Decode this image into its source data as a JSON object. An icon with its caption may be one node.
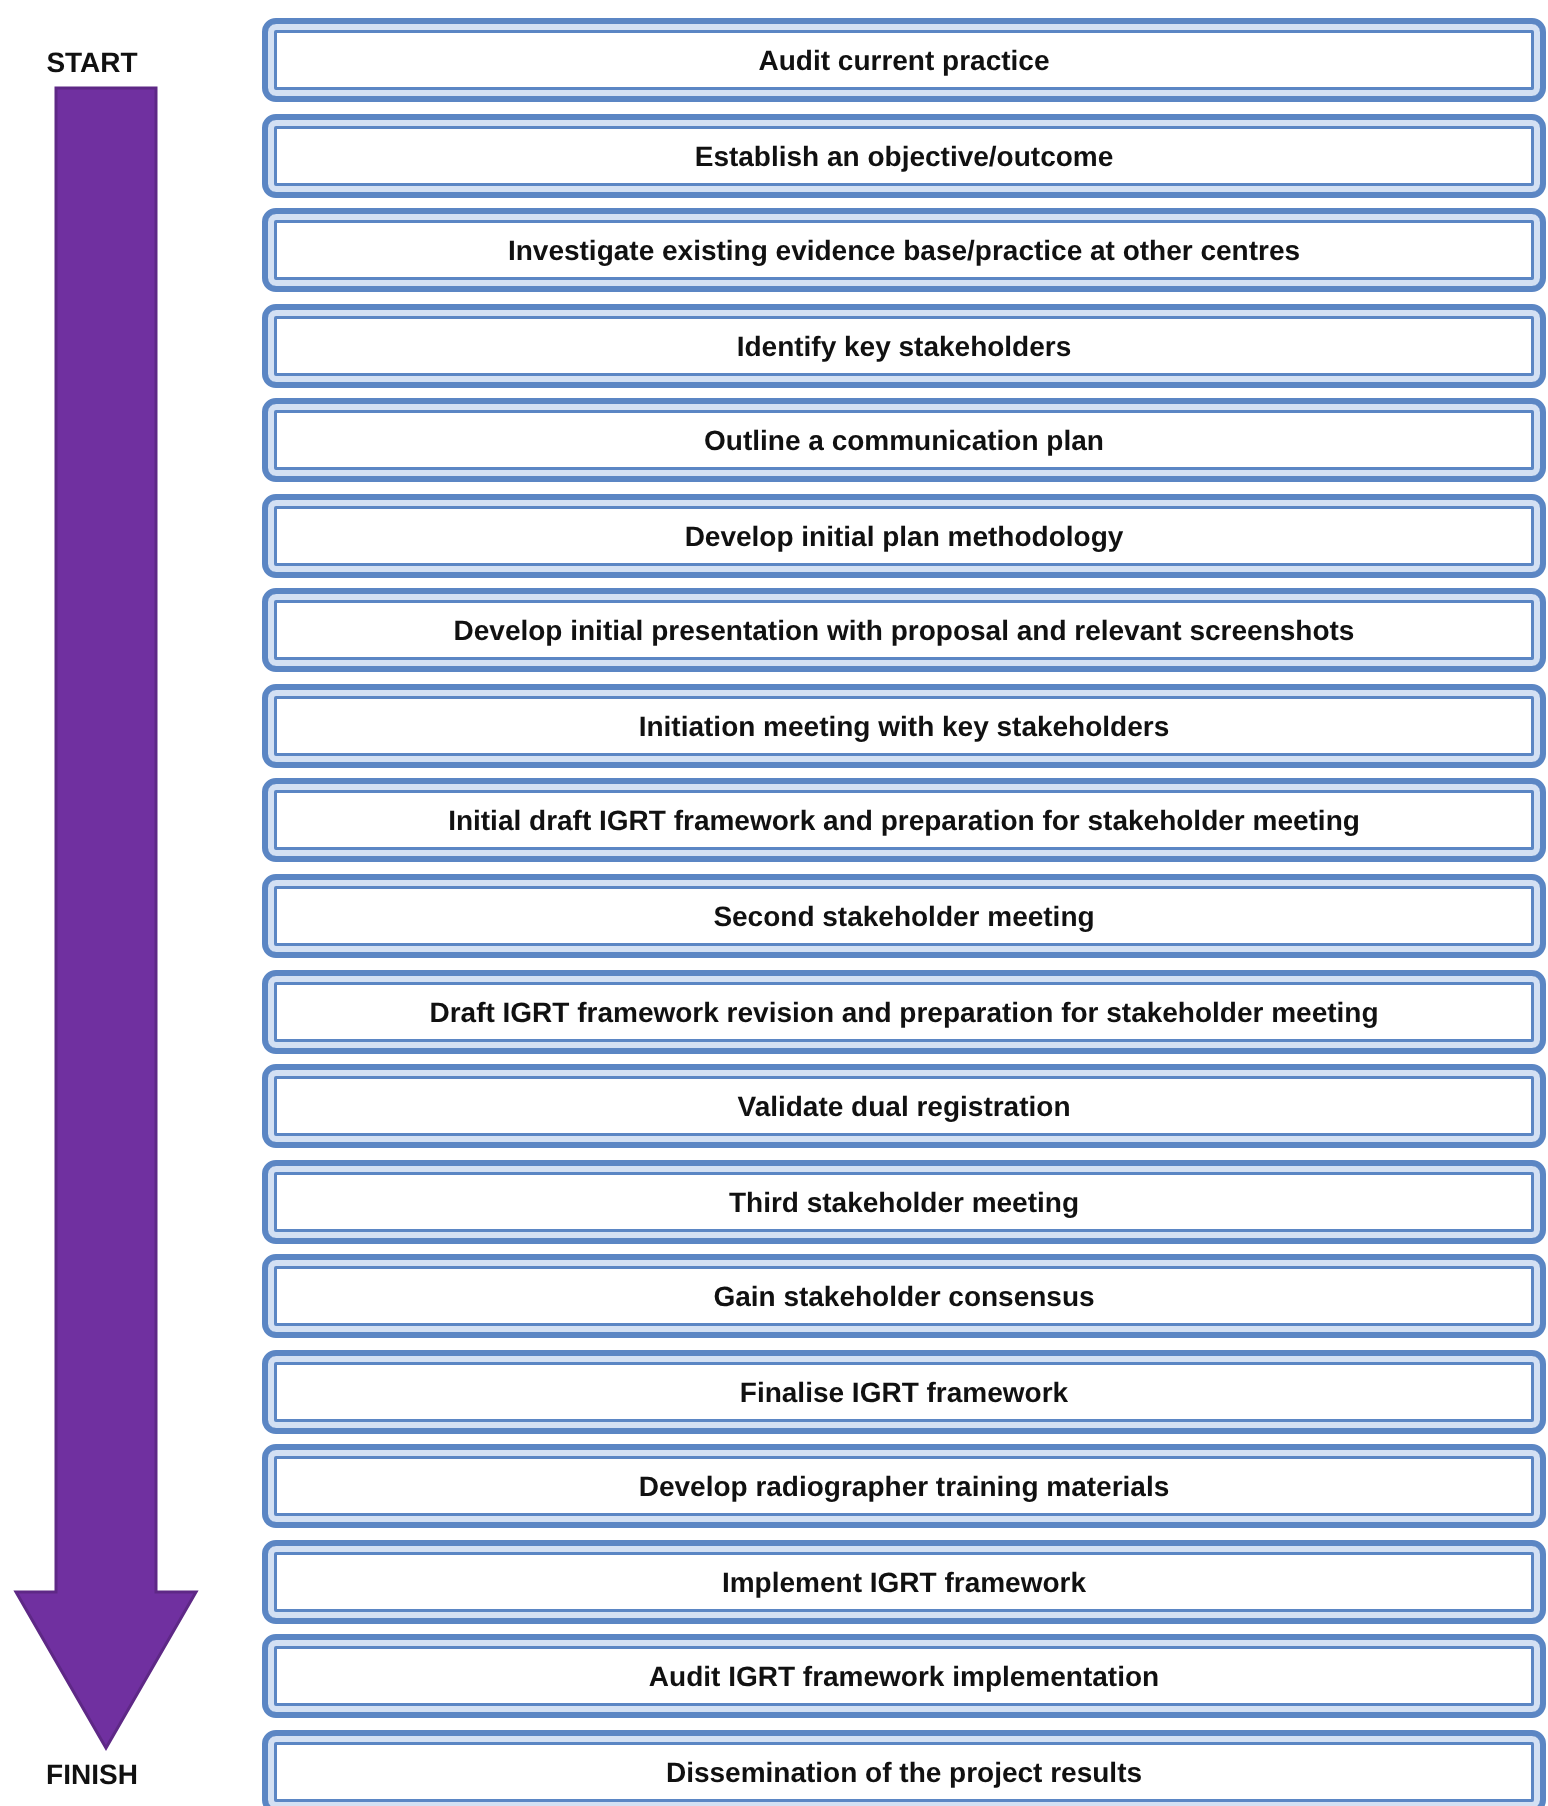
{
  "diagram": {
    "nodes": [
      {
        "text": [
          "START"
        ]
      },
      {
        "text": [
          "Audit current practice"
        ]
      },
      {
        "text": [
          "Establish an objective/outcome"
        ]
      },
      {
        "text": [
          "Investigate existing evidence base/practice at other centres"
        ]
      },
      {
        "text": [
          "Identify key stakeholders"
        ]
      },
      {
        "text": [
          "Outline a communication plan"
        ]
      },
      {
        "text": [
          "Develop initial plan methodology"
        ]
      },
      {
        "text": [
          "Develop initial presentation with proposal and relevant screenshots"
        ]
      },
      {
        "text": [
          "Initiation meeting with key stakeholders"
        ]
      },
      {
        "text": [
          "Initial draft IGRT framework and preparation for stakeholder meeting"
        ]
      },
      {
        "text": [
          "Second stakeholder meeting"
        ]
      },
      {
        "text": [
          "Draft IGRT framework revision and preparation for stakeholder meeting"
        ]
      },
      {
        "text": [
          "Validate dual registration"
        ]
      },
      {
        "text": [
          "Third stakeholder meeting"
        ]
      },
      {
        "text": [
          "Gain stakeholder consensus"
        ]
      },
      {
        "text": [
          "Finalise IGRT framework"
        ]
      },
      {
        "text": [
          "Develop radiographer training materials"
        ]
      },
      {
        "text": [
          "Implement IGRT framework"
        ]
      },
      {
        "text": [
          "Audit IGRT framework implementation"
        ]
      },
      {
        "text": [
          "Dissemination of the project results"
        ]
      },
      {
        "text": [
          "FINISH"
        ]
      }
    ],
    "edges": [
      {
        "from": 0,
        "to": 20,
        "arrow": "to",
        "style": "thick",
        "color": "#7030a0"
      }
    ]
  }
}
